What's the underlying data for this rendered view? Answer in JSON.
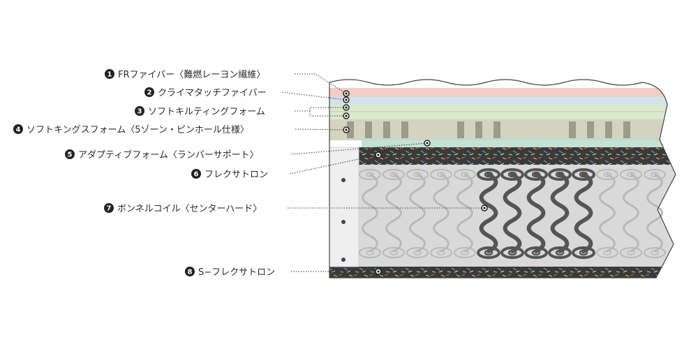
{
  "diagram": {
    "labels": [
      {
        "num": "1",
        "text": "FRファイバー〈難燃レーヨン繊維〉"
      },
      {
        "num": "2",
        "text": "クライマタッチファイバー"
      },
      {
        "num": "3",
        "text": "ソフトキルティングフォーム"
      },
      {
        "num": "4",
        "text": "ソフトキングスフォーム〈5ゾーン・ピンホール仕様〉"
      },
      {
        "num": "5",
        "text": "アダプティブフォーム〈ランバーサポート〉"
      },
      {
        "num": "6",
        "text": "フレクサトロン"
      },
      {
        "num": "7",
        "text": "ボンネルコイル〈センターハード〉"
      },
      {
        "num": "8",
        "text": "S−フレクサトロン"
      }
    ],
    "colors": {
      "fr_fiber": "#f4cdc6",
      "climatouch": "#cfe4ef",
      "quilting_foam": "#dbe9cf",
      "kings_foam": "#d3d4c0",
      "adaptive_foam": "#bfe3d5",
      "flexatron": "#3a3a3a",
      "coil_light": "#b9b9b9",
      "coil_dark": "#555555",
      "badge": "#222222"
    }
  }
}
